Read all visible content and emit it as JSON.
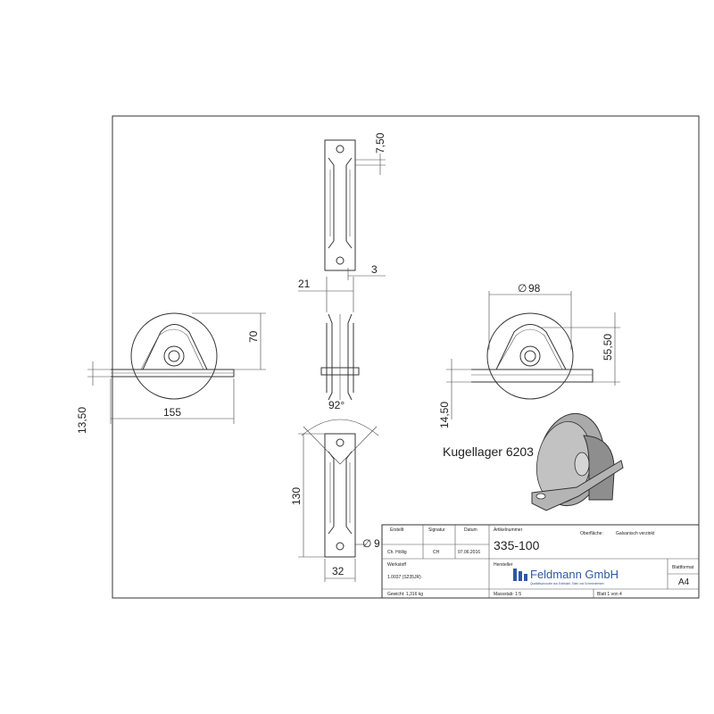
{
  "dimensions": {
    "side_height": "70",
    "side_width": "155",
    "side_flange": "13,50",
    "top_offset": "7,50",
    "left_21": "21",
    "right_3": "3",
    "angle": "92°",
    "height_130": "130",
    "hole": "9",
    "width_32": "32",
    "diameter": "98",
    "height_55": "55,50",
    "height_14": "14,50",
    "diameter_symbol": "∅"
  },
  "callout": "Kugellager 6203",
  "title_block": {
    "h_created": "Erstellt",
    "h_signature": "Signatur",
    "h_date": "Datum",
    "created_by": "Ch. Höllig",
    "signature": "CH",
    "date": "07.06.2016",
    "h_material": "Werkstoff",
    "material": "1.0037 (S235JR)",
    "weight": "Gewicht: 1,316 kg",
    "h_article": "Artikelnummer",
    "article": "335-100",
    "h_surface": "Oberfläche:",
    "surface": "Galvanisch verzinkt",
    "h_manufacturer": "Hersteller",
    "company": "Feldmann GmbH",
    "company_tag": "Qualitätsprodukte aus Edelstahl, Stahl und Schmiedeeisen",
    "h_format": "Blattformat",
    "format": "A4",
    "scale": "Massstab: 1:5",
    "sheet": "Blatt 1 von 4"
  }
}
